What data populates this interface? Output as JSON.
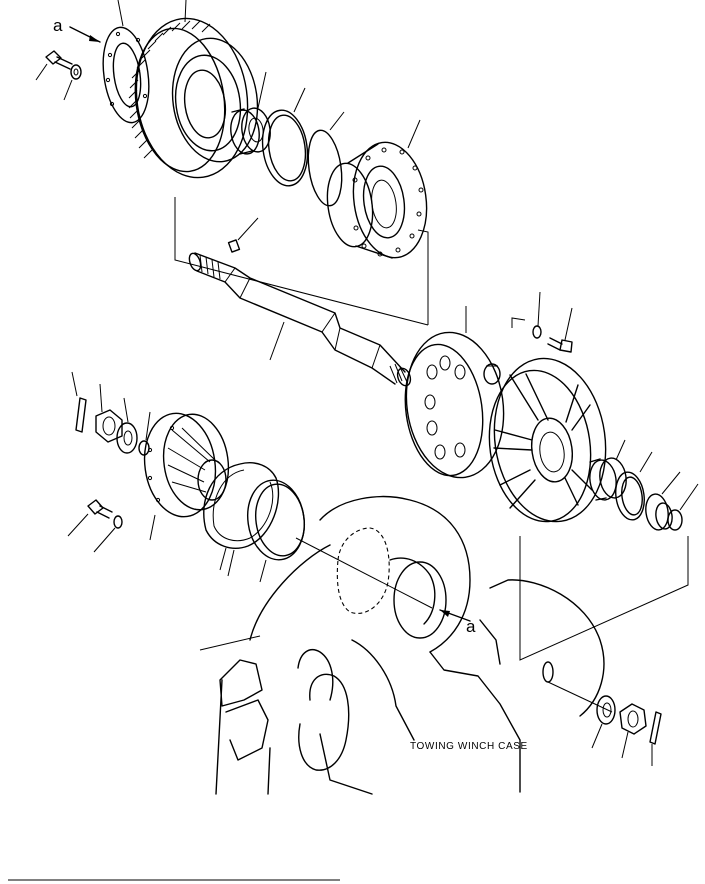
{
  "diagram": {
    "ref_marks": {
      "top": "a",
      "bottom": "a"
    },
    "case_label": "TOWING WINCH CASE"
  }
}
